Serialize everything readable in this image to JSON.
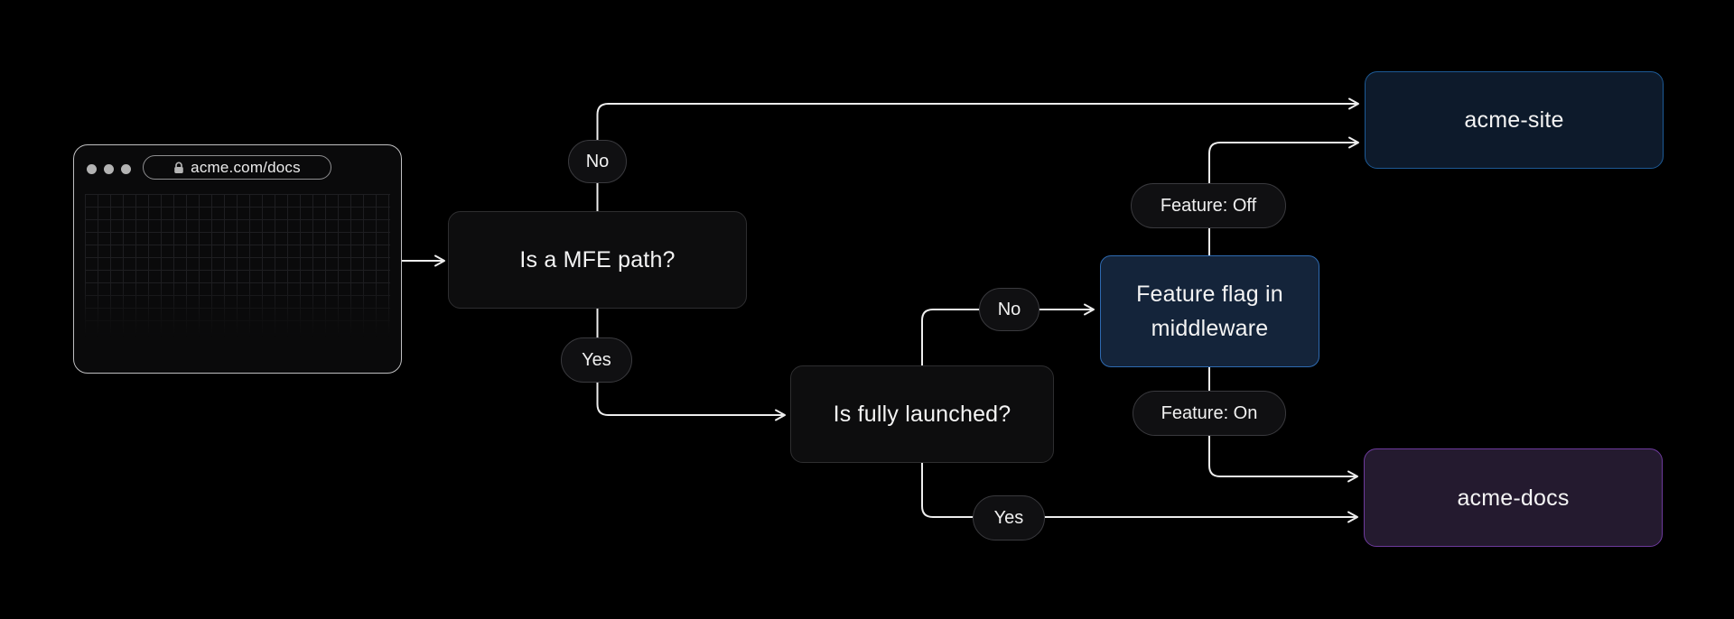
{
  "diagram": {
    "browser": {
      "url": "acme.com/docs"
    },
    "nodes": {
      "mfe_question": {
        "label": "Is a MFE path?"
      },
      "launched_question": {
        "label": "Is fully launched?"
      },
      "feature_flag": {
        "label": "Feature flag in middleware"
      },
      "acme_site": {
        "label": "acme-site"
      },
      "acme_docs": {
        "label": "acme-docs"
      }
    },
    "badges": {
      "mfe_no": "No",
      "mfe_yes": "Yes",
      "launched_no": "No",
      "launched_yes": "Yes",
      "feature_off": "Feature: Off",
      "feature_on": "Feature: On"
    },
    "colors": {
      "background": "#000000",
      "connector": "#ededed",
      "node_bg": "#0d0d0e",
      "node_border": "#2e2e30",
      "badge_bg": "#101012",
      "badge_border": "#3a3a3e",
      "feature_bg": "#14243a",
      "feature_border": "#2e6ab1",
      "site_bg": "#0d1a2b",
      "site_border": "#1d5a96",
      "docs_bg": "#241a2f",
      "docs_border": "#6d3a9c",
      "window_border": "#bfbfc1",
      "url_text": "#ececec"
    }
  }
}
